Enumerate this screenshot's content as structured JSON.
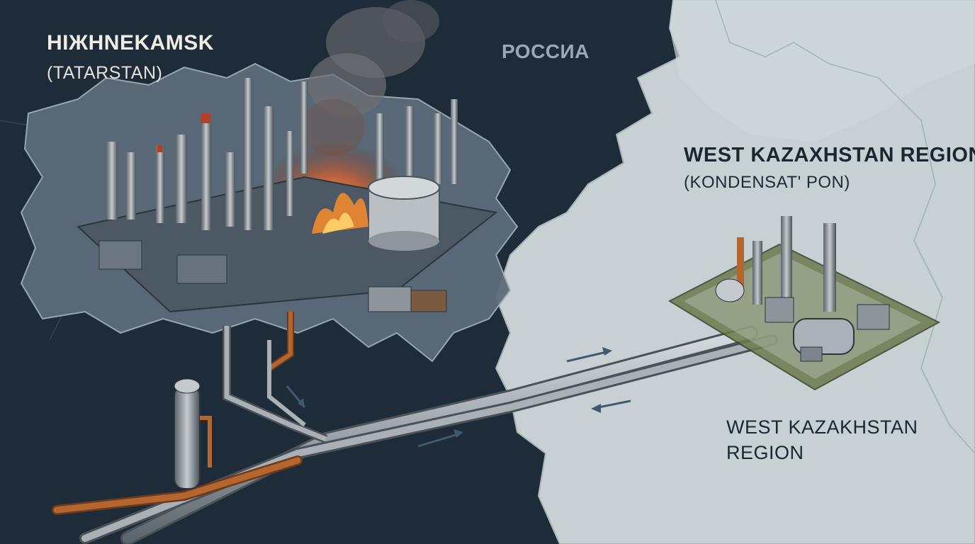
{
  "map": {
    "labels": {
      "nizhnekamsk_title": "HIЖHNEKAMSK",
      "nizhnekamsk_sub": "(TATARSTAN)",
      "russia": "РОССИА",
      "wkr_title": "WEST KAZAXHSTAN REGION",
      "wkr_sub": "(KONDENSAT' PON)",
      "wkr_lower_line1": "WEST KAZAKHSTAN",
      "wkr_lower_line2": "REGION"
    },
    "colors": {
      "sea_dark": "#1e2c3a",
      "land_light": "#c9d3d6",
      "tatarstan_fill": "#5f6e7c",
      "pipeline": "#a9b1b6",
      "pipeline_rust": "#b5652e",
      "fire": "#e0622a",
      "smoke": "#6c6c6c",
      "pad": "#6d7a4e"
    },
    "icons": {
      "refinery_nizhnekamsk": "refinery-on-fire-icon",
      "refinery_kazakhstan": "refinery-icon",
      "flow_arrow": "arrow-icon",
      "column_tank": "column-tank-icon"
    }
  }
}
